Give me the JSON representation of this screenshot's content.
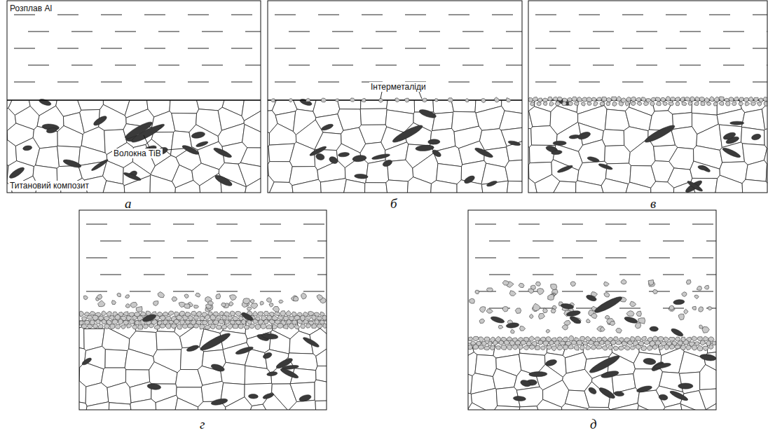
{
  "diagram": {
    "labels": [
      "Розплав Al",
      "Волокна TiB",
      "Титановий композит",
      "Інтерметаліди",
      "а",
      "б",
      "в",
      "г",
      "д"
    ]
  }
}
